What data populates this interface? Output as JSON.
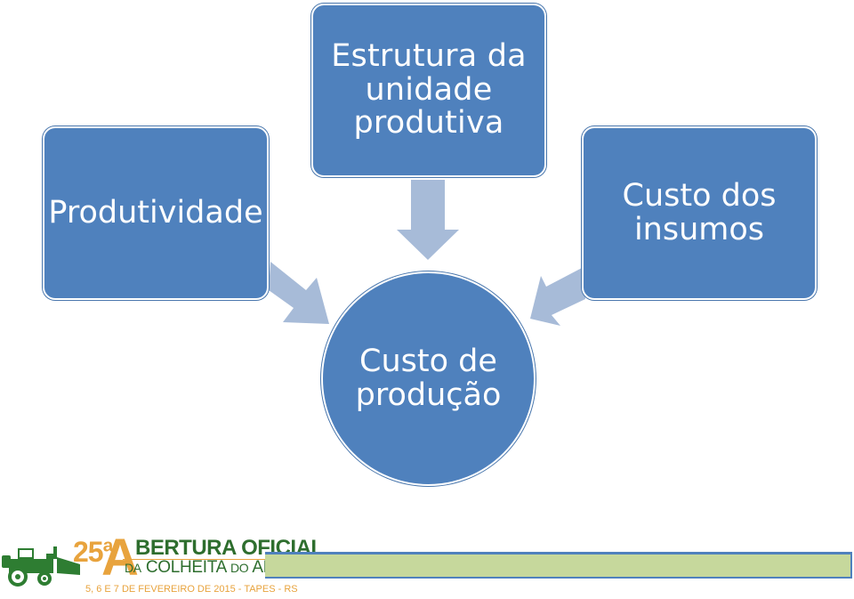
{
  "diagram": {
    "nodes": {
      "productivity": "Produtividade",
      "structure": "Estrutura da\nunidade\nprodutiva",
      "inputs_cost": "Custo dos\ninsumos",
      "production_cost": "Custo de\nprodução"
    }
  },
  "footer": {
    "logo": {
      "number": "25ª",
      "letter": "A",
      "line1": "BERTURA OFICIAL",
      "line2_a": "DA",
      "line2_b": " COLHEITA ",
      "line2_c": "DO",
      "line2_d": " ARROZ",
      "line3": "5, 6 E 7 DE FEVEREIRO DE 2015 - TAPES - RS"
    }
  },
  "colors": {
    "node_fill": "#4f81bd",
    "arrow_fill": "#a7bbd8",
    "footer_bar": "#c6d89c",
    "logo_orange": "#e8a33d",
    "logo_green": "#2e6e2e"
  }
}
